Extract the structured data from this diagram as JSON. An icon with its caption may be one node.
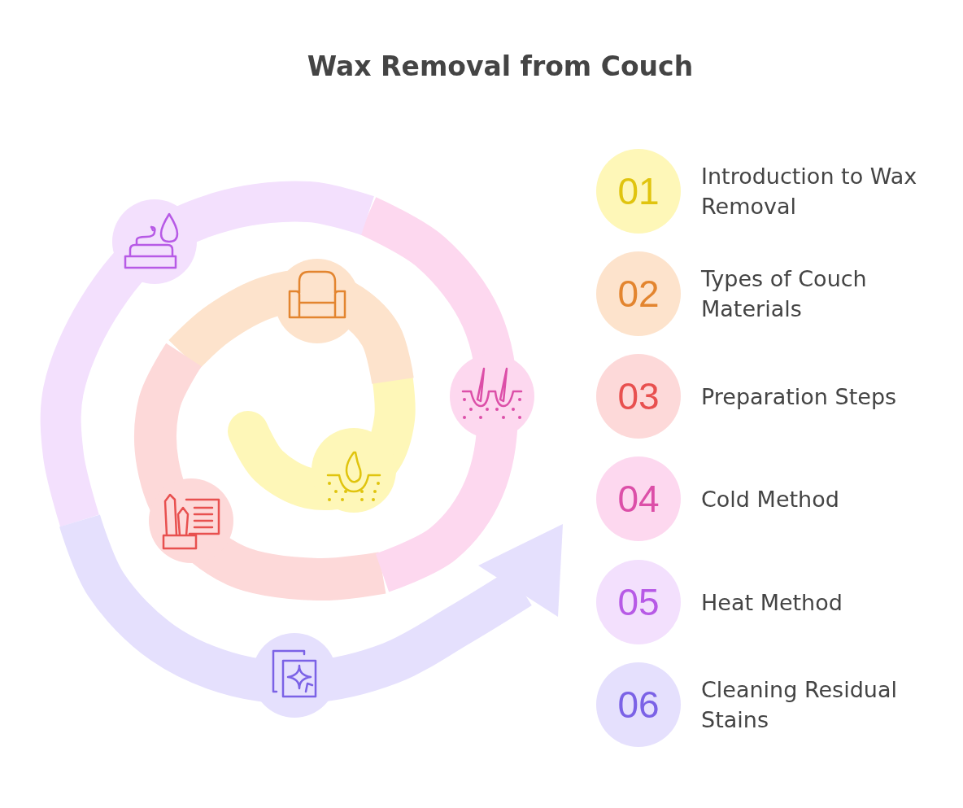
{
  "diagram": {
    "title": "Wax Removal from Couch",
    "nodes": [
      {
        "text": [
          "01",
          "Introduction to Wax Removal"
        ]
      },
      {
        "text": [
          "02",
          "Types of Couch Materials"
        ]
      },
      {
        "text": [
          "03",
          "Preparation Steps"
        ]
      },
      {
        "text": [
          "04",
          "Cold Method"
        ]
      },
      {
        "text": [
          "05",
          "Heat Method"
        ]
      },
      {
        "text": [
          "06",
          "Cleaning Residual Stains"
        ]
      }
    ]
  }
}
